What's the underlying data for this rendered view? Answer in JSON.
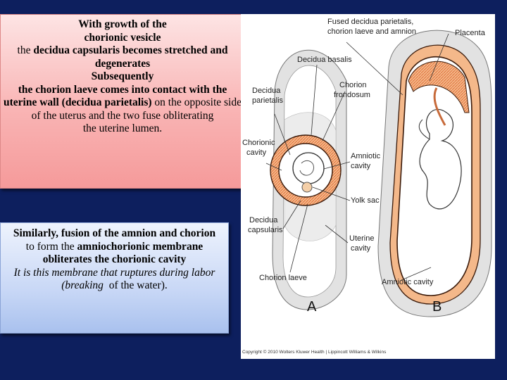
{
  "box1": {
    "p1_a": "With growth of the",
    "p1_b": "chorionic vesicle",
    "p2_pre": "the",
    "p2_bold": "decidua capsularis becomes stretched and degenerates",
    "p3": "Subsequently",
    "p4_bold": "the chorion laeve comes into contact with the uterine wall (decidua parietalis)",
    "p4_rest": "on the opposite side of the uterus and the two fuse obliterating",
    "p5": "the uterine lumen."
  },
  "box2": {
    "p1": "Similarly, fusion of the amnion and chorion",
    "p2_pre": "to form the",
    "p2_bold": "amniochorionic membrane obliterates the chorionic cavity",
    "p3_italic": "It is this membrane that ruptures during labor",
    "p4_italic": "(breaking",
    "p4_rest": "of the water)."
  },
  "figure": {
    "labels": {
      "fused_1": "Fused decidua parietalis,",
      "fused_2": "chorion laeve and amnion",
      "placenta": "Placenta",
      "decidua_basalis": "Decidua basalis",
      "chorion_frondosum_1": "Chorion",
      "chorion_frondosum_2": "frondosum",
      "decidua_parietalis_1": "Decidua",
      "decidua_parietalis_2": "parietalis",
      "chorionic_cavity_1": "Chorionic",
      "chorionic_cavity_2": "cavity",
      "amniotic_cavity_a_1": "Amniotic",
      "amniotic_cavity_a_2": "cavity",
      "yolk_sac": "Yolk sac",
      "decidua_capsularis_1": "Decidua",
      "decidua_capsularis_2": "capsularis",
      "uterine_cavity_1": "Uterine",
      "uterine_cavity_2": "cavity",
      "chorion_laeve": "Chorion laeve",
      "amniotic_cavity_b": "Amniotic cavity",
      "panel_a": "A",
      "panel_b": "B"
    },
    "copyright": "Copyright © 2010 Wolters Kluwer Health | Lippincott Williams & Wilkins",
    "colors": {
      "decidua": "#e2e2e2",
      "chorion": "#f0a070",
      "villi": "#e0703a",
      "membrane": "#3a1a0a"
    }
  }
}
